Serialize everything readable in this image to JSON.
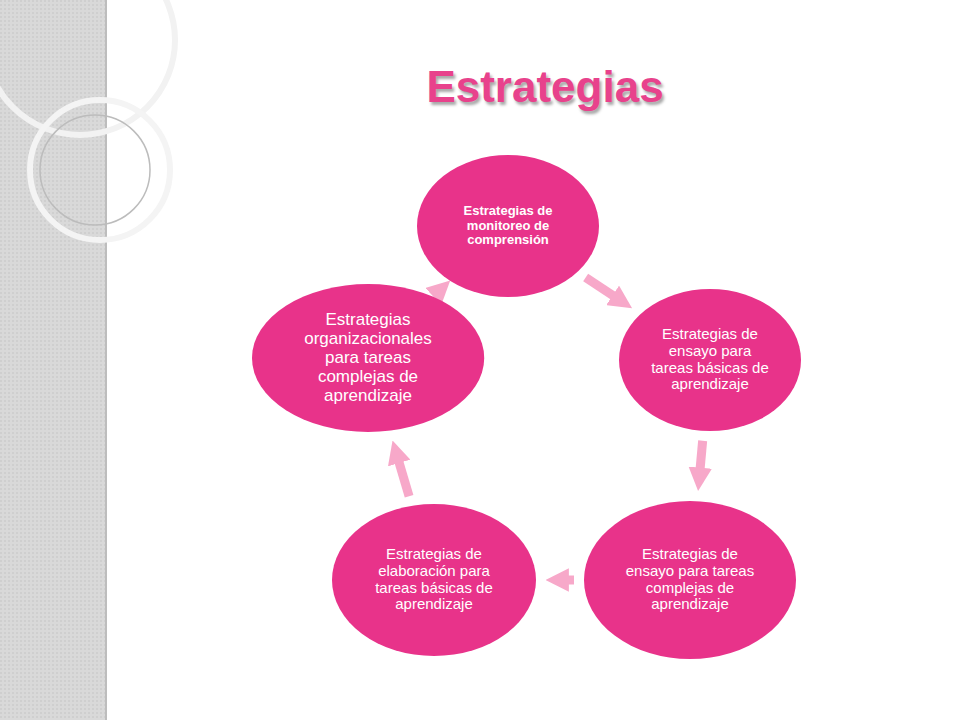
{
  "diagram": {
    "title": "Estrategias",
    "nodes": [
      {
        "text": [
          "Estrategias de monitoreo de comprensión"
        ]
      },
      {
        "text": [
          "Estrategias de ensayo para tareas básicas de aprendizaje"
        ]
      },
      {
        "text": [
          "Estrategias de ensayo para tareas complejas de aprendizaje"
        ]
      },
      {
        "text": [
          "Estrategias de elaboración para tareas básicas de aprendizaje"
        ]
      },
      {
        "text": [
          "Estrategias organizacionales para tareas complejas de aprendizaje"
        ]
      }
    ],
    "edges": [
      {
        "from": 0,
        "to": 1,
        "arrow": "to"
      },
      {
        "from": 1,
        "to": 2,
        "arrow": "to"
      },
      {
        "from": 2,
        "to": 3,
        "arrow": "to"
      },
      {
        "from": 3,
        "to": 4,
        "arrow": "to"
      },
      {
        "from": 4,
        "to": 0,
        "arrow": "to"
      }
    ]
  }
}
